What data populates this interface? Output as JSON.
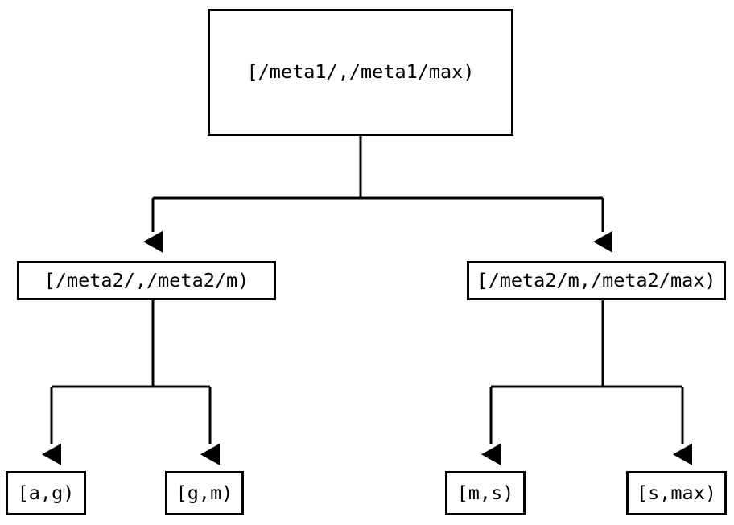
{
  "diagram": {
    "type": "interval-partition-tree",
    "orientation": "top-down",
    "style": {
      "stroke_color": "#000000",
      "background_color": "#ffffff",
      "text_color": "#000000",
      "stroke_width": 3,
      "arrow_head": "filled-triangle-down"
    },
    "nodes": {
      "root": {
        "label": "[/meta1/,/meta1/max)",
        "level": 0
      },
      "mid_left": {
        "label": "[/meta2/,/meta2/m)",
        "level": 1
      },
      "mid_right": {
        "label": "[/meta2/m,/meta2/max)",
        "level": 1
      },
      "leaf_ag": {
        "label": "[a,g)",
        "level": 2
      },
      "leaf_gm": {
        "label": "[g,m)",
        "level": 2
      },
      "leaf_ms": {
        "label": "[m,s)",
        "level": 2
      },
      "leaf_smax": {
        "label": "[s,max)",
        "level": 2
      }
    },
    "edges": [
      {
        "from": "root",
        "to": "mid_left"
      },
      {
        "from": "root",
        "to": "mid_right"
      },
      {
        "from": "mid_left",
        "to": "leaf_ag"
      },
      {
        "from": "mid_left",
        "to": "leaf_gm"
      },
      {
        "from": "mid_right",
        "to": "leaf_ms"
      },
      {
        "from": "mid_right",
        "to": "leaf_smax"
      }
    ]
  }
}
